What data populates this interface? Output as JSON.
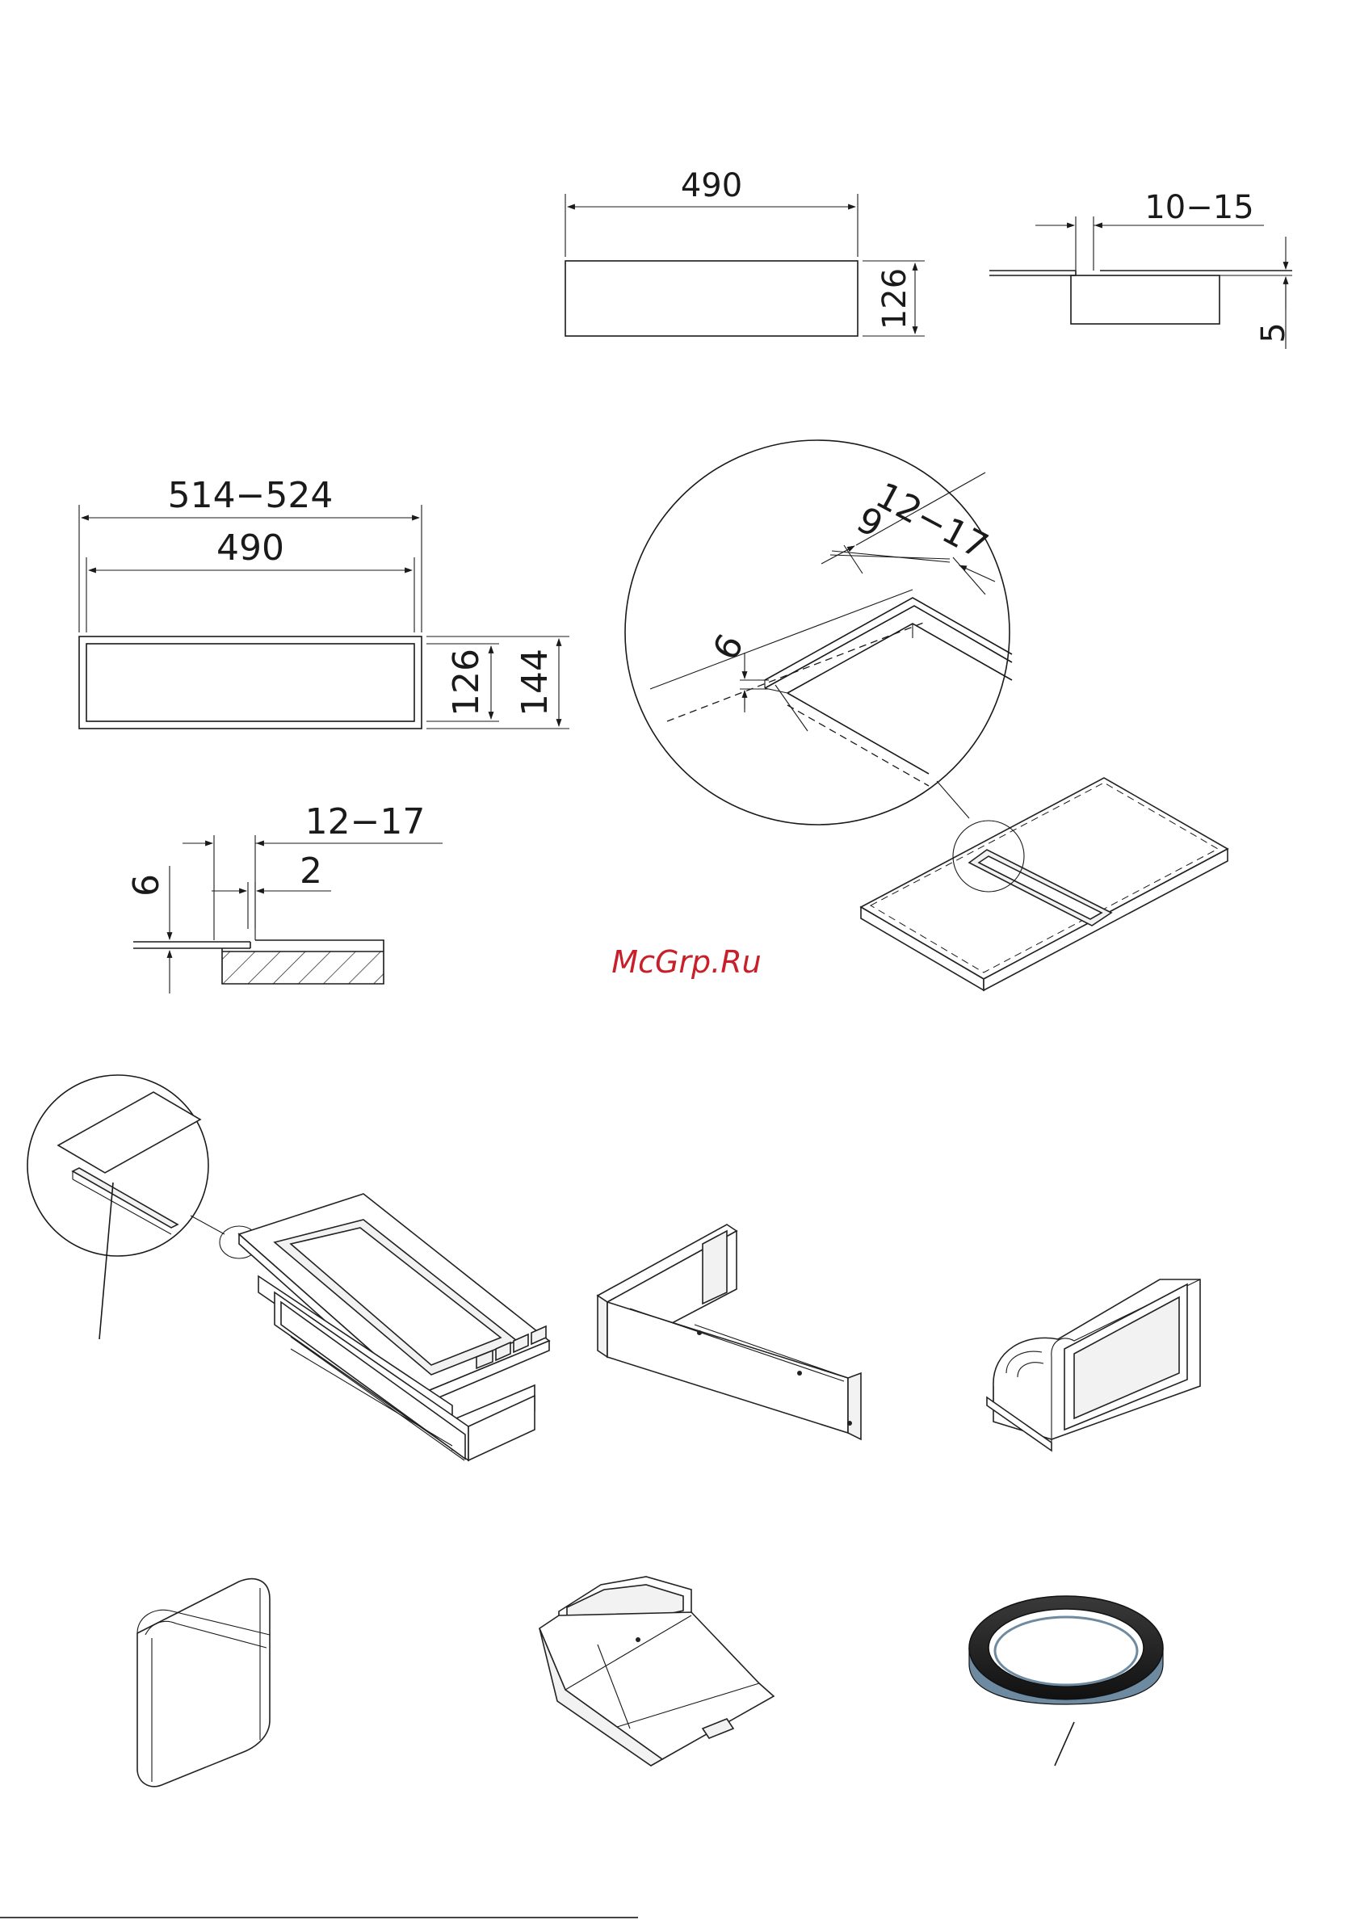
{
  "watermark": "McGrp.Ru",
  "cutout": {
    "width": "490",
    "height": "126",
    "offset": "10−15",
    "depth": "5"
  },
  "flush_cutout": {
    "outer_width": "514−524",
    "inner_width": "490",
    "inner_height": "126",
    "outer_height": "144",
    "rebate_width": "12−17",
    "gap": "2",
    "rebate_depth": "6"
  },
  "detail_circle": {
    "rebate_width": "12−17",
    "inner_offset": "9",
    "rebate_depth": "6"
  }
}
